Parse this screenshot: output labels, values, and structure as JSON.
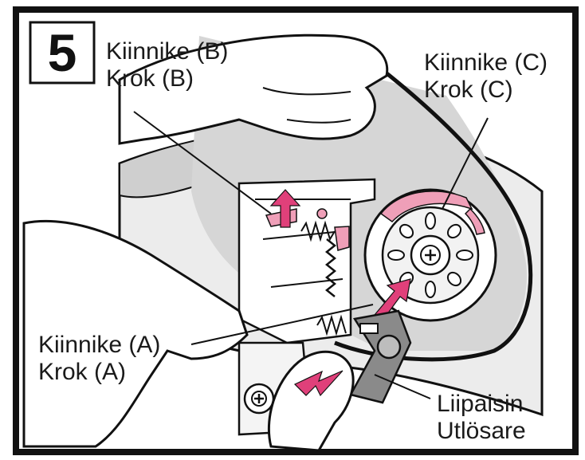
{
  "step_number": "5",
  "labels": {
    "hook_b": {
      "line1": "Kiinnike (B)",
      "line2": "Krok (B)"
    },
    "hook_c": {
      "line1": "Kiinnike (C)",
      "line2": "Krok (C)"
    },
    "hook_a": {
      "line1": "Kiinnike (A)",
      "line2": "Krok (A)"
    },
    "trigger": {
      "line1": "Liipaisin",
      "line2": "Utlösare"
    }
  },
  "colors": {
    "outline": "#111111",
    "shell_gray": "#d9d9d9",
    "plate_gray": "#e4e4e4",
    "arrow_pink": "#e0407a",
    "hook_pink": "#ef9fb8"
  },
  "icons": [
    "hand",
    "arrow-up",
    "arrow-down-left",
    "screw",
    "spring"
  ]
}
